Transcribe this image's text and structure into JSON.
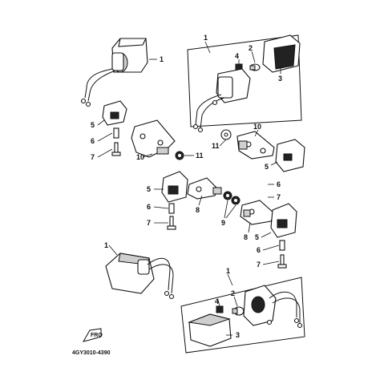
{
  "callouts": {
    "c1": "1",
    "c2": "1",
    "c3": "2",
    "c4": "3",
    "c5": "4",
    "c6": "5",
    "c7": "6",
    "c8": "7",
    "c9": "10",
    "c10": "11",
    "c11": "10",
    "c12": "11",
    "c13": "5",
    "c14": "5",
    "c15": "6",
    "c16": "7",
    "c17": "8",
    "c18": "9",
    "c19": "6",
    "c20": "7",
    "c21": "8",
    "c22": "5",
    "c23": "6",
    "c24": "7",
    "c25": "1",
    "c26": "1",
    "c27": "2",
    "c28": "4",
    "c29": "3"
  },
  "drawing_code": "4GY3010-4390",
  "front_mark": "FRO"
}
